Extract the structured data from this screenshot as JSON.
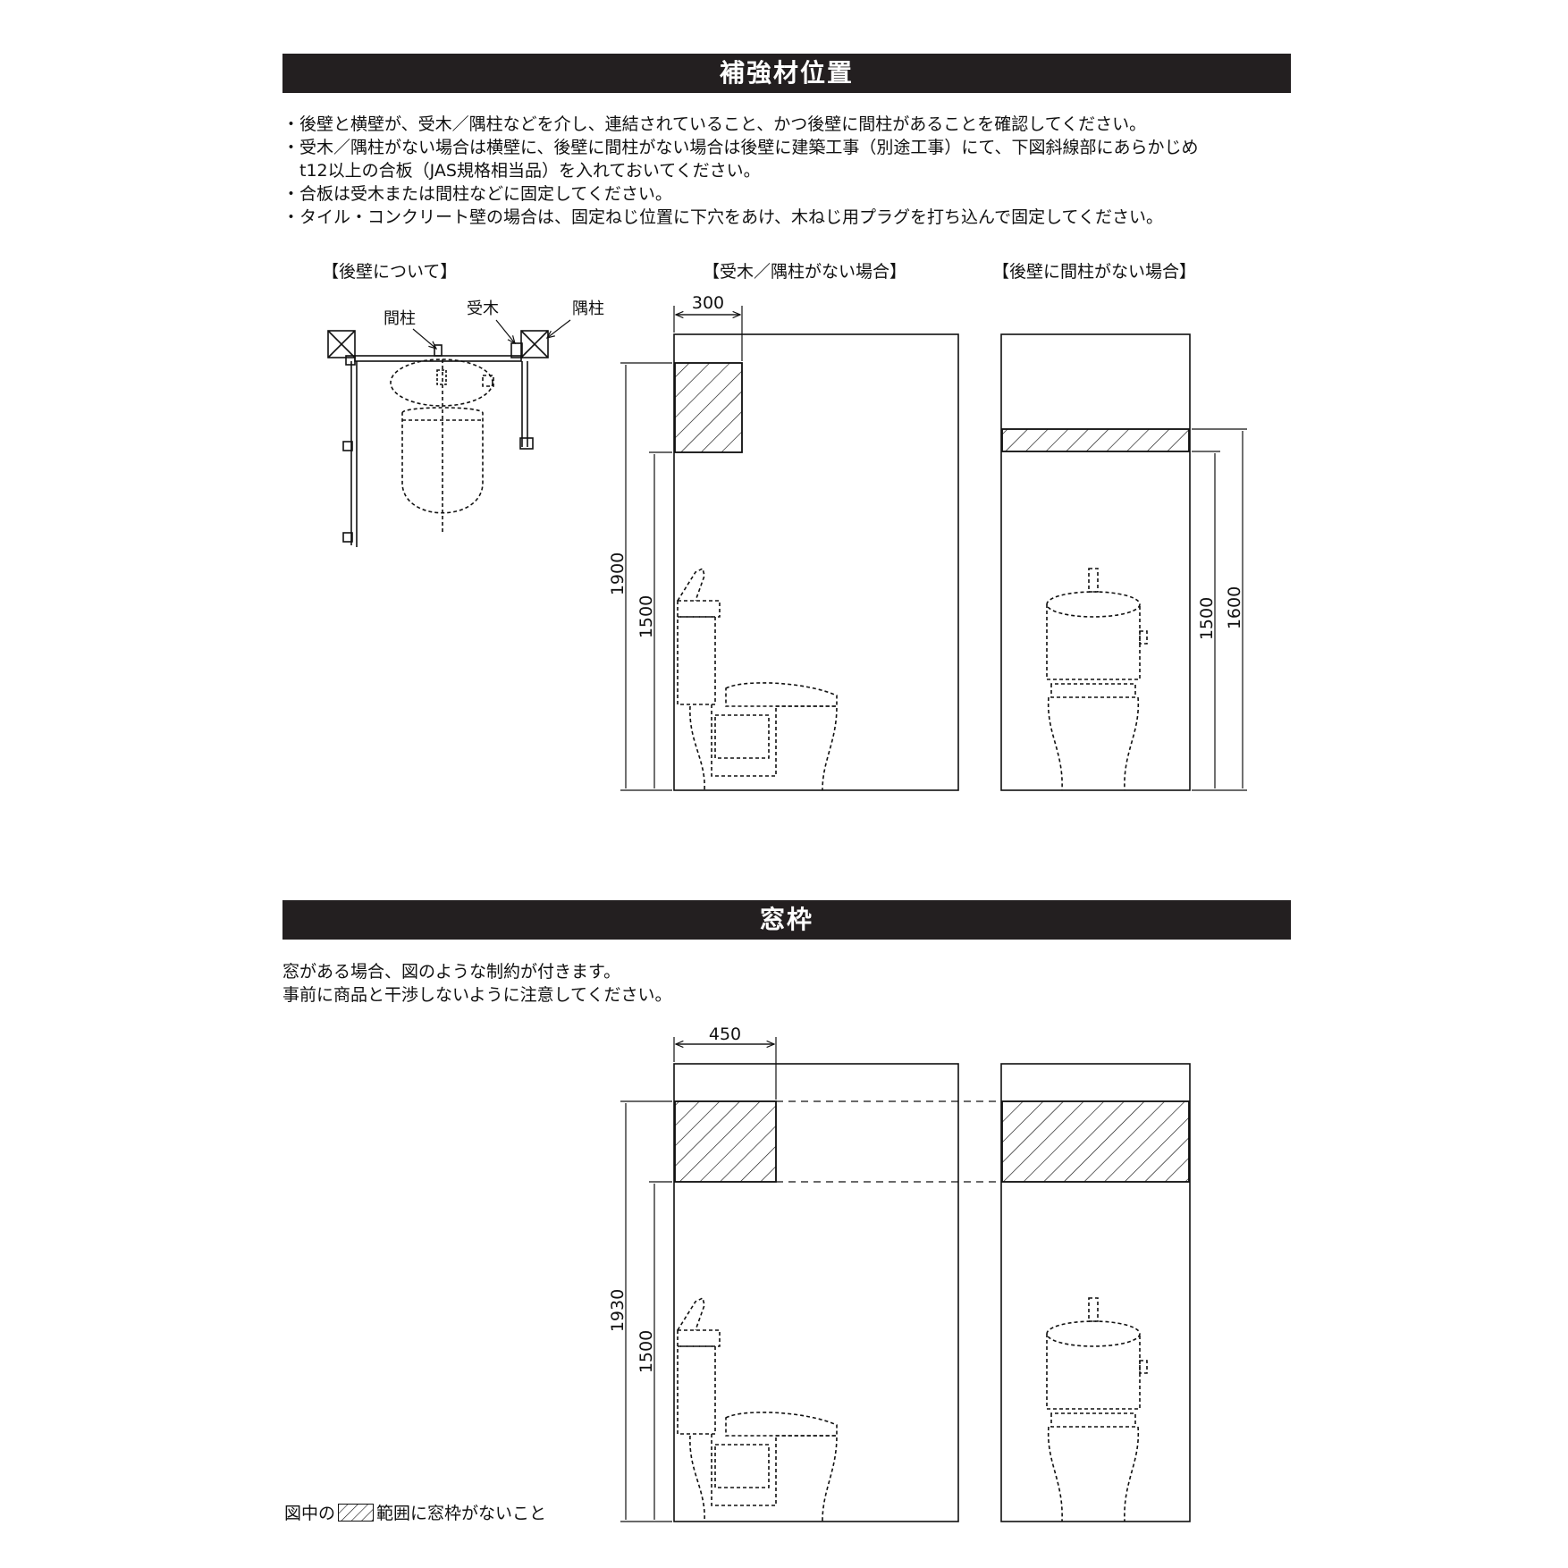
{
  "section1": {
    "title": "補強材位置",
    "notes": [
      "・後壁と横壁が、受木／隅柱などを介し、連結されていること、かつ後壁に間柱があることを確認してください。",
      "・受木／隅柱がない場合は横壁に、後壁に間柱がない場合は後壁に建築工事（別途工事）にて、下図斜線部にあらかじめ",
      "　t12以上の合板（JAS規格相当品）を入れておいてください。",
      "・合板は受木または間柱などに固定してください。",
      "・タイル・コンクリート壁の場合は、固定ねじ位置に下穴をあけ、木ねじ用プラグを打ち込んで固定してください。"
    ],
    "captions": {
      "rear_wall": "【後壁について】",
      "no_support": "【受木／隅柱がない場合】",
      "no_stud": "【後壁に間柱がない場合】"
    },
    "plan_labels": {
      "stud": "間柱",
      "support": "受木",
      "corner_post": "隅柱"
    },
    "dims": {
      "width_300": "300",
      "h_1900": "1900",
      "h_1500_left": "1500",
      "h_1500_right": "1500",
      "h_1600": "1600"
    }
  },
  "section2": {
    "title": "窓枠",
    "notes": [
      "窓がある場合、図のような制約が付きます。",
      "事前に商品と干渉しないように注意してください。"
    ],
    "dims": {
      "width_450": "450",
      "h_1930": "1930",
      "h_1500": "1500"
    },
    "legend_before": "図中の",
    "legend_after": "範囲に窓枠がないこと"
  },
  "colors": {
    "banner_bg": "#231f20",
    "line": "#111111"
  }
}
